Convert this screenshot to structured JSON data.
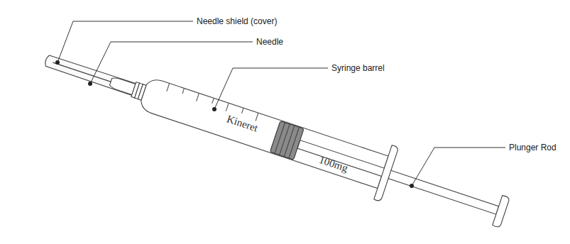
{
  "diagram": {
    "labels": [
      "Needle shield (cover)",
      "Needle",
      "Syringe barrel",
      "Plunger Rod",
      "Kineret",
      "100mg"
    ]
  }
}
